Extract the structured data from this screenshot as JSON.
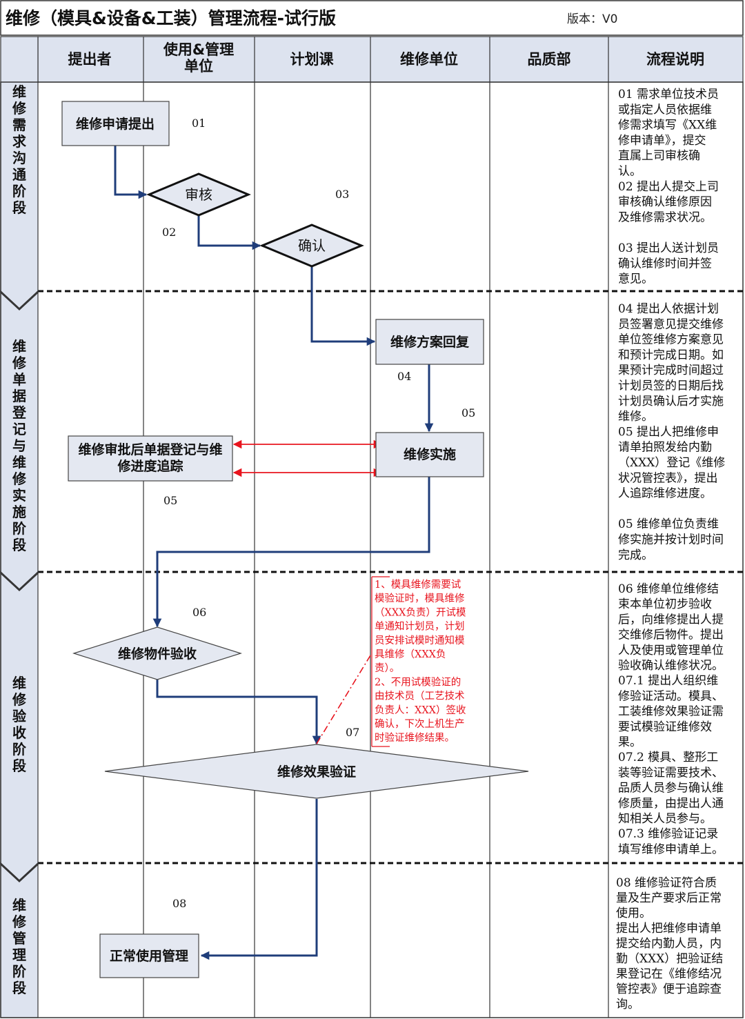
{
  "title": "维修（模具&设备&工装）管理流程-试行版",
  "version": "版本：V0",
  "columns": [
    "提出者",
    "使用&管理\n单位",
    "计划课",
    "维修单位",
    "品质部",
    "流程说明"
  ],
  "phases": [
    "维修需求沟通阶段",
    "维修单据登记与维修实施阶段",
    "维修验收阶段",
    "维修管理阶段"
  ],
  "nodes": {
    "repair_request": "维修申请提出",
    "review": "审核",
    "confirm": "确认",
    "plan_reply": "维修方案回复",
    "register_track": "维修审批后单据登记与维\n修进度追踪",
    "implement": "维修实施",
    "acceptance": "维修物件验收",
    "verification": "维修效果验证",
    "normal_use": "正常使用管理"
  },
  "step_labels": {
    "s01": "01",
    "s02": "02",
    "s03": "03",
    "s04": "04",
    "s05a": "05",
    "s05b": "05",
    "s06": "06",
    "s07": "07",
    "s08": "08"
  },
  "note": "1、模具维修需要试\n模验证时，模具维修\n（XXX负责）开试模\n单通知计划员，计划\n员安排试模时通知模\n具维修（XXX负\n责）。\n2、不用试模验证的\n由技术员（工艺技术\n负责人：XXX）签收\n确认，下次上机生产\n时验证维修结果。",
  "descriptions": [
    "01 需求单位技术员\n或指定人员依据维\n修需求填写《XX维\n修申请单》，提交\n直属上司审核确\n认。\n02 提出人提交上司\n审核确认维修原因\n及维修需求状况。\n\n03 提出人送计划员\n确认维修时间并签\n意见。",
    "04 提出人依据计划\n员签署意见提交维修\n单位签维修方案意见\n和预计完成日期。如\n果预计完成时间超过\n计划员签的日期后找\n计划员确认后才实施\n维修。\n05 提出人把维修申\n请单拍照发给内勤\n（XXX）登记《维修\n状况管控表》，提出\n人追踪维修进度。\n\n05 维修单位负责维\n修实施并按计划时间\n完成。",
    "06 维修单位维修结\n束本单位初步验收\n后，向维修提出人提\n交维修后物件。提出\n人及使用或管理单位\n验收确认维修状况。\n07.1 提出人组织维\n修验证活动。模具、\n工装维修效果验证需\n要试模验证维修效\n果。\n07.2 模具、整形工\n装等验证需要技术、\n品质人员参与确认维\n修质量，由提出人通\n知相关人员参与。\n07.3 维修验证记录\n填写维修申请单上。",
    "08 维修验证符合质\n量及生产要求后正常\n使用。\n提出人把维修申请单\n提交给内勤人员，内\n勤（XXX）把验证结\n果登记在《维修结况\n管控表》便于追踪查\n询。"
  ],
  "colors": {
    "header_bg": "#dde3ef",
    "box_fill": "#e4e8f1",
    "flow_arrow": "#1f3d7a",
    "red": "#e8141e",
    "line": "#333333"
  }
}
